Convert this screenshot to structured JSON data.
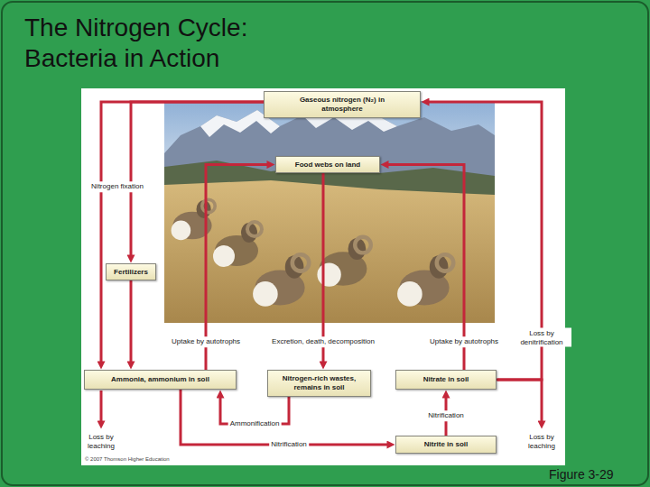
{
  "diagram": {
    "title": "The Nitrogen Cycle: Bacteria in Action",
    "caption": "Figure 3-29",
    "nodes": [
      {
        "text": [
          "Gaseous nitrogen (N₂) in atmosphere"
        ]
      },
      {
        "text": [
          "Food webs on land"
        ]
      },
      {
        "text": [
          "Fertilizers"
        ]
      },
      {
        "text": [
          "Ammonia, ammonium in soil"
        ]
      },
      {
        "text": [
          "Nitrogen-rich wastes, remains in soil"
        ]
      },
      {
        "text": [
          "Nitrate in soil"
        ]
      },
      {
        "text": [
          "Nitrite in soil"
        ]
      }
    ],
    "edges": [
      {
        "from": 0,
        "to": 2,
        "arrow": "to"
      },
      {
        "from": 0,
        "to": 3,
        "label": "Nitrogen fixation",
        "arrow": "to"
      },
      {
        "from": 2,
        "to": 3,
        "arrow": "to"
      },
      {
        "from": 3,
        "to": 1,
        "label": "Uptake by autotrophs",
        "arrow": "to"
      },
      {
        "from": 1,
        "to": 4,
        "label": "Excretion, death, decomposition",
        "arrow": "to"
      },
      {
        "from": 4,
        "to": 3,
        "label": "Ammonification",
        "arrow": "to"
      },
      {
        "from": 3,
        "to": 6,
        "label": "Nitrification",
        "arrow": "to"
      },
      {
        "from": 6,
        "to": 5,
        "label": "Nitrification",
        "arrow": "to"
      },
      {
        "from": 5,
        "to": 1,
        "label": "Uptake by autotrophs",
        "arrow": "to"
      },
      {
        "from": 5,
        "to": 0,
        "label": "Loss by denitrification",
        "arrow": "to"
      }
    ],
    "labels": [
      "Loss by leaching",
      "Loss by leaching",
      "© 2007 Thomson Higher Education"
    ]
  }
}
